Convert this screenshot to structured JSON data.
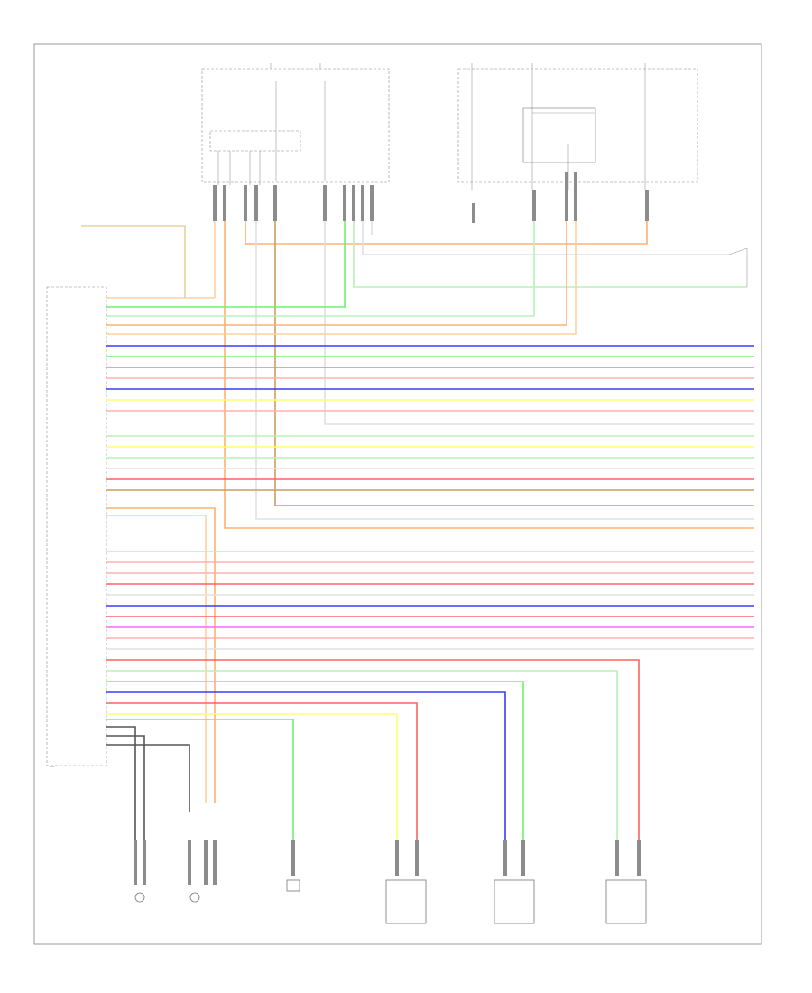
{
  "diagram": {
    "footer_code": "",
    "colors": {
      "BLU": "#3a3aff",
      "L-GRN": "#70f070",
      "GRN": "#b8f0b8",
      "PNK": "#ff66ff",
      "RED": "#ff6060",
      "LT-RED": "#ffb0b0",
      "YEL": "#ffff70",
      "ORG": "#ffb070",
      "LT-ORG": "#ffd0a0",
      "TAN": "#e8d0a0",
      "GRY": "#c8c8c8",
      "LT-GRY": "#e0e0e0",
      "BLK": "#555555",
      "OLV": "#c8a060",
      "OLV-DK": "#a08040"
    },
    "modules": [
      {
        "id": "ecm",
        "label": "ECM"
      },
      {
        "id": "fuse-box-1",
        "label": ""
      },
      {
        "id": "fuse-box-2",
        "label": ""
      },
      {
        "id": "relay-box",
        "label": ""
      },
      {
        "id": "sensor-1",
        "label": ""
      },
      {
        "id": "sensor-2",
        "label": ""
      },
      {
        "id": "sensor-3",
        "label": ""
      },
      {
        "id": "sensor-4",
        "label": ""
      },
      {
        "id": "sensor-5",
        "label": ""
      },
      {
        "id": "sensor-6",
        "label": ""
      }
    ]
  }
}
